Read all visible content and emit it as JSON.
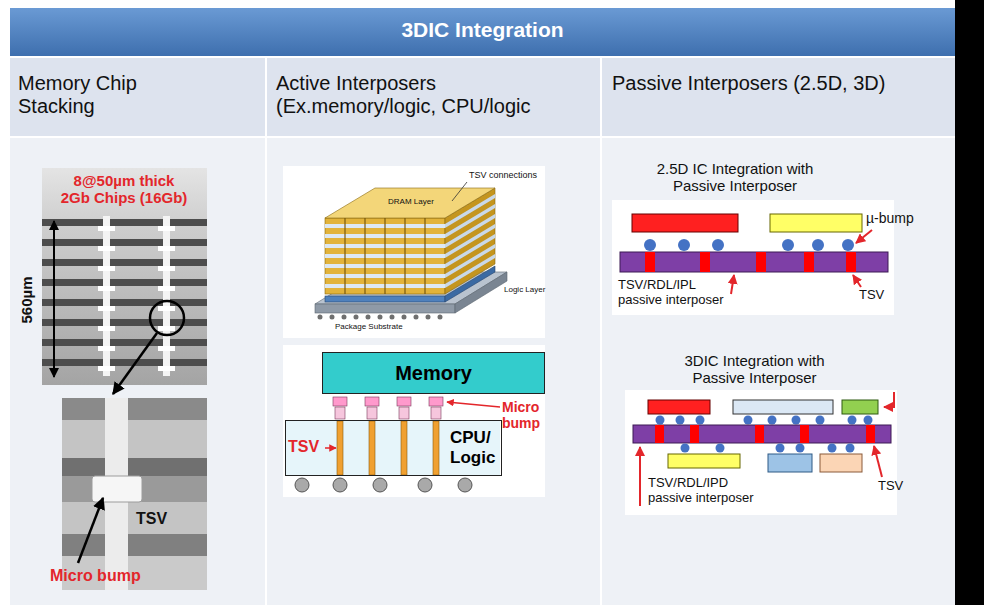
{
  "diagram": {
    "title": "3DIC Integration",
    "nodes": [
      {
        "text": [
          "Memory"
        ]
      },
      {
        "text": [
          "CPU/ Logic"
        ]
      }
    ],
    "labels": [
      "Memory Chip Stacking",
      "Active Interposers (Ex.memory/logic, CPU/logic",
      "Passive Interposers (2.5D, 3D)",
      "8@50µm thick 2Gb Chips (16Gb)",
      "560µm",
      "TSV",
      "Micro bump",
      "TSV connections",
      "DRAM Layer",
      "Logic Layer",
      "Package Substrate",
      "Micro bump",
      "TSV",
      "2.5D IC Integration with Passive Interposer",
      "µ-bump",
      "TSV/RDL/IPL passive interposer",
      "TSV",
      "3DIC Integration with Passive Interposer",
      "TSV/RDL/IPD passive interposer",
      "TSV"
    ]
  }
}
